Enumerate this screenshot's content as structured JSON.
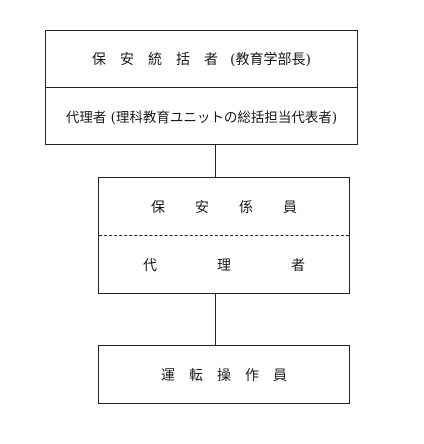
{
  "top_box": {
    "title_chars": [
      "保",
      "安",
      "統",
      "括",
      "者"
    ],
    "title_note": "(教育学部長)",
    "deputy": "代理者 (理科教育ユニットの総括担当代表者)"
  },
  "middle_box": {
    "title_chars": [
      "保",
      "安",
      "係",
      "員"
    ],
    "deputy_chars": [
      "代",
      "理",
      "者"
    ]
  },
  "bottom_box": {
    "title_chars": [
      "運",
      "転",
      "操",
      "作",
      "員"
    ]
  }
}
